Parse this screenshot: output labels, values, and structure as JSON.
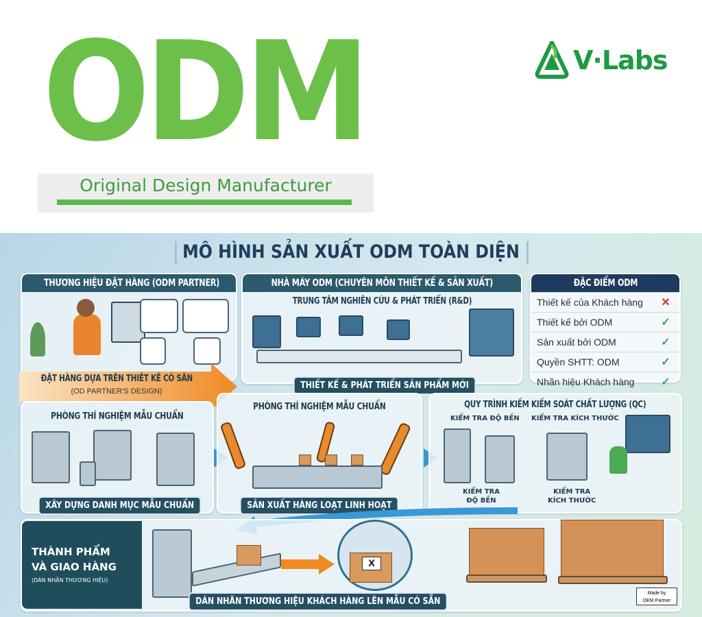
{
  "header": {
    "acronym": "ODM",
    "subtitle": "Original Design Manufacturer",
    "logo_text": "V·Labs",
    "logo_color": "#1e9a44",
    "acronym_color": "#6cc04a"
  },
  "infographic": {
    "title": "MÔ HÌNH SẢN XUẤT ODM TOÀN DIỆN",
    "partner": {
      "header": "THƯƠNG HIỆU ĐẶT HÀNG (ODM PARTNER)",
      "arrow_label": "ĐẶT HÀNG DỰA TRÊN THIẾT KẾ CÓ SẴN",
      "arrow_sub": "(OD PARTNER'S DESIGN)"
    },
    "factory": {
      "header": "NHÀ MÁY ODM (CHUYÊN MÔN THIẾT KẾ & SẢN XUẤT)",
      "rd_title": "TRUNG TÂM NGHIÊN CỨU & PHÁT TRIỂN (R&D)",
      "caption": "THIẾT KẾ & PHÁT TRIỂN SẢN PHẨM MỚI"
    },
    "features": {
      "header": "ĐẶC ĐIỂM ODM",
      "rows": [
        {
          "label": "Thiết kế của Khách hàng",
          "mark": "✕",
          "ok": false
        },
        {
          "label": "Thiết kế bởi ODM",
          "mark": "✓",
          "ok": true
        },
        {
          "label": "Sản xuất bởi ODM",
          "mark": "✓",
          "ok": true
        },
        {
          "label": "Quyền SHTT: ODM",
          "mark": "✓",
          "ok": true
        },
        {
          "label": "Nhãn hiệu Khách hàng",
          "mark": "✓",
          "ok": true
        }
      ]
    },
    "lab": {
      "title": "PHÒNG THÍ NGHIỆM MẪU CHUẨN",
      "caption": "XÂY DỰNG DANH MỤC MẪU CHUẨN"
    },
    "production": {
      "title": "PHÒNG THÍ NGHIỆM MẪU CHUẨN",
      "caption": "SẢN XUẤT HÀNG LOẠT LINH HOẠT"
    },
    "qc": {
      "title": "QUY TRÌNH KIẾM KIẾM SOÁT CHẤT LƯỢNG (QC)",
      "label_durability_top": "KIỂM TRA ĐỘ BỀN",
      "label_size_top": "KIỂM TRA KÍCH THƯỚC",
      "label_durability_bottom_1": "KIỂM TRA",
      "label_durability_bottom_2": "ĐỘ BỀN",
      "label_size_bottom_1": "KIỂM TRA",
      "label_size_bottom_2": "KÍCH THƯỚC"
    },
    "delivery": {
      "title_1": "THÀNH PHẨM",
      "title_2": "VÀ GIAO HÀNG",
      "sub": "(DÁN NHÃN THƯƠNG HIỆU)",
      "caption": "DÁN NHÃN THƯƠNG HIỆU KHÁCH HÀNG LÊN MẪU CÓ SẴN",
      "stamp_1": "Made by",
      "stamp_2": "OEM Partner",
      "box_mark": "X"
    }
  }
}
